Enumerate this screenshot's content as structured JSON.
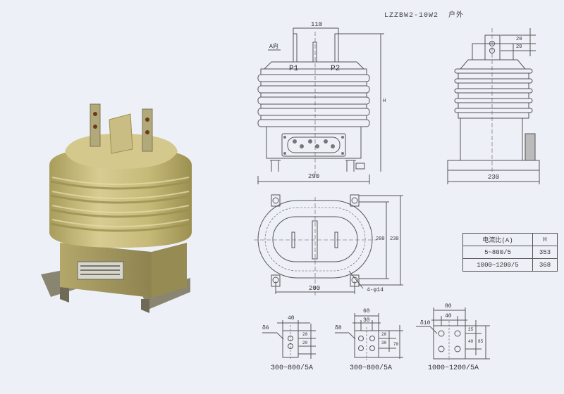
{
  "drawing": {
    "title": "LZZBW2-10W2",
    "title_suffix": "户外",
    "front_view": {
      "view_arrow_label": "A向",
      "terminal_labels": [
        "P1",
        "P2"
      ],
      "dim_terminal_spacing": "110",
      "dim_width": "290",
      "dim_height_label": "H"
    },
    "side_view": {
      "dim_top_1": "20",
      "dim_top_2": "20",
      "dim_width": "230"
    },
    "top_view": {
      "dim_width": "200",
      "dim_inner_height": "200",
      "dim_outer_height": "230",
      "holes_label": "4-φ14"
    },
    "ratio_table": {
      "headers": [
        "电流比(A)",
        "H"
      ],
      "rows": [
        {
          "ratio": "5~800/5",
          "h": "353"
        },
        {
          "ratio": "1000~1200/5",
          "h": "368"
        }
      ]
    },
    "terminal_details": [
      {
        "thickness": "δ6",
        "width": "40",
        "dims": [
          "20",
          "20"
        ],
        "caption": "300~800/5A"
      },
      {
        "thickness": "δ8",
        "width": "60",
        "inner": "30",
        "dims": [
          "20",
          "30",
          "70"
        ],
        "caption": "300~800/5A"
      },
      {
        "thickness": "δ10",
        "width": "80",
        "inner": "40",
        "dims": [
          "25",
          "40",
          "85"
        ],
        "caption": "1000~1200/5A"
      }
    ]
  },
  "colors": {
    "background": "#eef0f8",
    "product_body": "#c8bc80",
    "line": "#555555"
  }
}
